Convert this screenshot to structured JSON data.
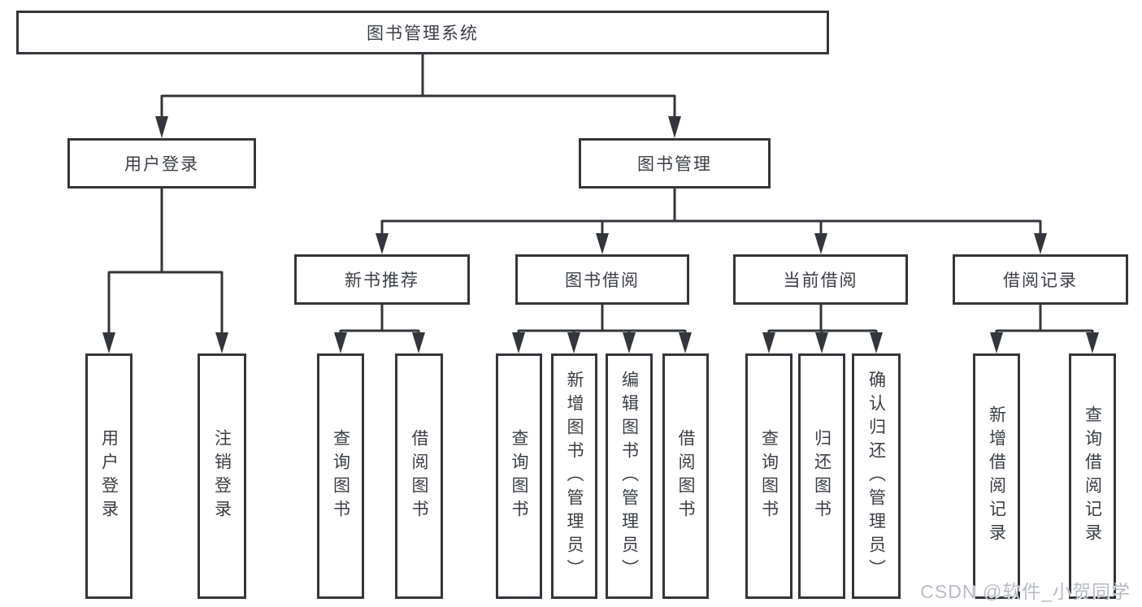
{
  "tree": {
    "root": {
      "label": "图书管理系统",
      "children": [
        {
          "label": "用户登录",
          "children": [
            {
              "label": "用户登录"
            },
            {
              "label": "注销登录"
            }
          ]
        },
        {
          "label": "图书管理",
          "children": [
            {
              "label": "新书推荐",
              "children": [
                {
                  "label": "查询图书"
                },
                {
                  "label": "借阅图书"
                }
              ]
            },
            {
              "label": "图书借阅",
              "children": [
                {
                  "label": "查询图书"
                },
                {
                  "label": "新增图书（管理员）"
                },
                {
                  "label": "编辑图书（管理员）"
                },
                {
                  "label": "借阅图书"
                }
              ]
            },
            {
              "label": "当前借阅",
              "children": [
                {
                  "label": "查询图书"
                },
                {
                  "label": "归还图书"
                },
                {
                  "label": "确认归还（管理员）"
                }
              ]
            },
            {
              "label": "借阅记录",
              "children": [
                {
                  "label": "新增借阅记录"
                },
                {
                  "label": "查询借阅记录"
                }
              ]
            }
          ]
        }
      ]
    }
  },
  "watermark": {
    "text": "CSDN @软件_小贺同学"
  },
  "colors": {
    "line": "#33363a",
    "ink": "#3a3e44",
    "watermark": "#b7bbc2",
    "bg": "#ffffff"
  }
}
